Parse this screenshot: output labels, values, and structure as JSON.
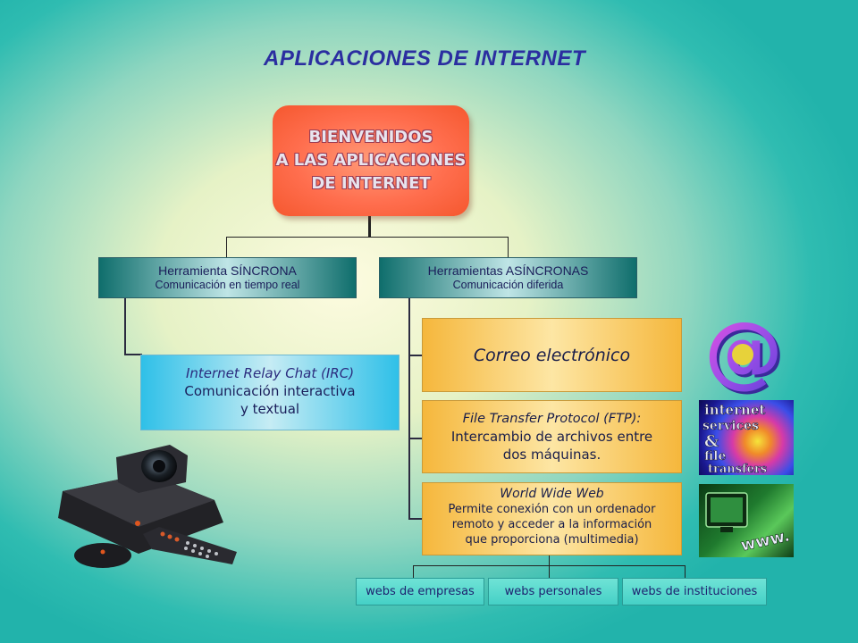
{
  "title": "APLICACIONES DE INTERNET",
  "welcome": {
    "line1": "BIENVENIDOS",
    "line2": "A LAS APLICACIONES",
    "line3": "DE INTERNET"
  },
  "sync": {
    "title": "Herramienta SÍNCRONA",
    "subtitle": "Comunicación en tiempo real"
  },
  "async": {
    "title": "Herramientas ASÍNCRONAS",
    "subtitle": "Comunicación diferida"
  },
  "irc": {
    "line1": "Internet Relay Chat (IRC)",
    "line2": "Comunicación interactiva",
    "line3": "y textual"
  },
  "email": {
    "label": "Correo electrónico"
  },
  "ftp": {
    "line1": "File Transfer Protocol (FTP):",
    "line2": "Intercambio de archivos entre",
    "line3": "dos máquinas."
  },
  "www": {
    "line1": "World Wide Web",
    "line2": "Permite conexión con un ordenador",
    "line3": "remoto y acceder a la información",
    "line4": "que proporciona (multimedia)"
  },
  "webs": [
    "webs de empresas",
    "webs personales",
    "webs de instituciones"
  ],
  "images": {
    "at_symbol": "@",
    "internet_services": [
      "internet",
      "services",
      "&",
      "file",
      "transfers"
    ],
    "www_logo": "www."
  },
  "colors": {
    "title": "#2b2ea0",
    "welcome_box": "#ff6e4e",
    "category_header": "#0f6e6c",
    "irc_box": "#2fc0e8",
    "yellow_box": "#f5b73c",
    "web_tab": "#45d0c6"
  }
}
